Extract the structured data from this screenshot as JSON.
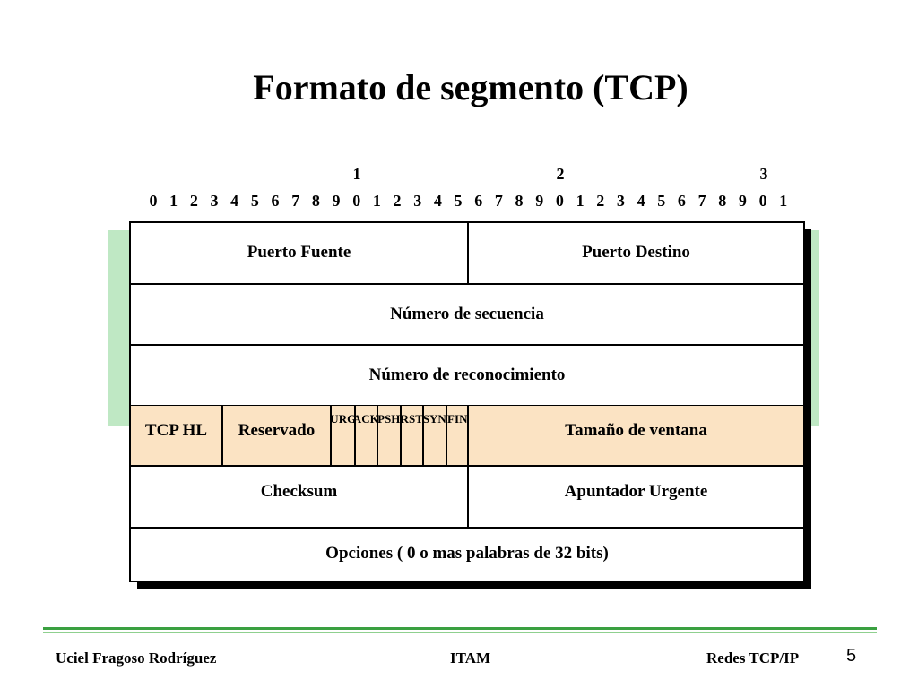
{
  "title": "Formato de segmento (TCP)",
  "bit_ruler": {
    "tens": [
      "1",
      "2",
      "3"
    ],
    "units": [
      "0",
      "1",
      "2",
      "3",
      "4",
      "5",
      "6",
      "7",
      "8",
      "9",
      "0",
      "1",
      "2",
      "3",
      "4",
      "5",
      "6",
      "7",
      "8",
      "9",
      "0",
      "1",
      "2",
      "3",
      "4",
      "5",
      "6",
      "7",
      "8",
      "9",
      "0",
      "1"
    ]
  },
  "rows": {
    "row1": {
      "left": "Puerto Fuente",
      "right": "Puerto Destino"
    },
    "row2": "Número de secuencia",
    "row3": "Número de reconocimiento",
    "row4": {
      "hl": "TCP HL",
      "reserved": "Reservado",
      "flags": [
        [
          "U",
          "R",
          "G"
        ],
        [
          "A",
          "C",
          "K"
        ],
        [
          "P",
          "S",
          "H"
        ],
        [
          "R",
          "S",
          "T"
        ],
        [
          "S",
          "Y",
          "N"
        ],
        [
          "F",
          "I",
          "N"
        ]
      ],
      "window": "Tamaño de ventana"
    },
    "row5": {
      "left": "Checksum",
      "right": "Apuntador Urgente"
    },
    "row6": "Opciones ( 0 o mas palabras de 32 bits)"
  },
  "colors": {
    "flag_row": "#fbe3c3",
    "side_band": "#bfe8c4",
    "footer_line": "#3aa040"
  },
  "footer": {
    "author": "Uciel Fragoso Rodríguez",
    "institution": "ITAM",
    "course": "Redes TCP/IP",
    "page": "5"
  }
}
